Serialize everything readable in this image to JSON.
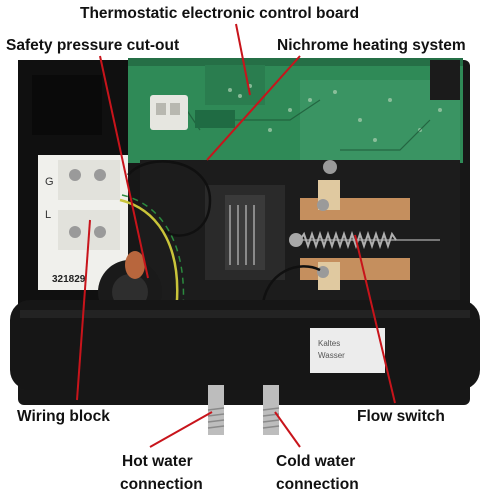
{
  "labels": {
    "control_board": "Thermostatic electronic control board",
    "pressure_cutout": "Safety pressure cut-out",
    "heating_system": "Nichrome heating system",
    "wiring_block": "Wiring block",
    "flow_switch": "Flow switch",
    "hot_water_line1": "Hot water",
    "hot_water_line2": "connection",
    "cold_water_line1": "Cold water",
    "cold_water_line2": "connection"
  },
  "printed_marks": {
    "serial": "321829",
    "terminal_g": "G",
    "terminal_l": "L",
    "plate_text_1": "Kaltes",
    "plate_text_2": "Wasser"
  },
  "colors": {
    "leader_line": "#c8141b",
    "board_green": "#2f8a57",
    "housing_black": "#141414",
    "terminal_white": "#f0f0ec",
    "copper": "#b87a4a"
  }
}
